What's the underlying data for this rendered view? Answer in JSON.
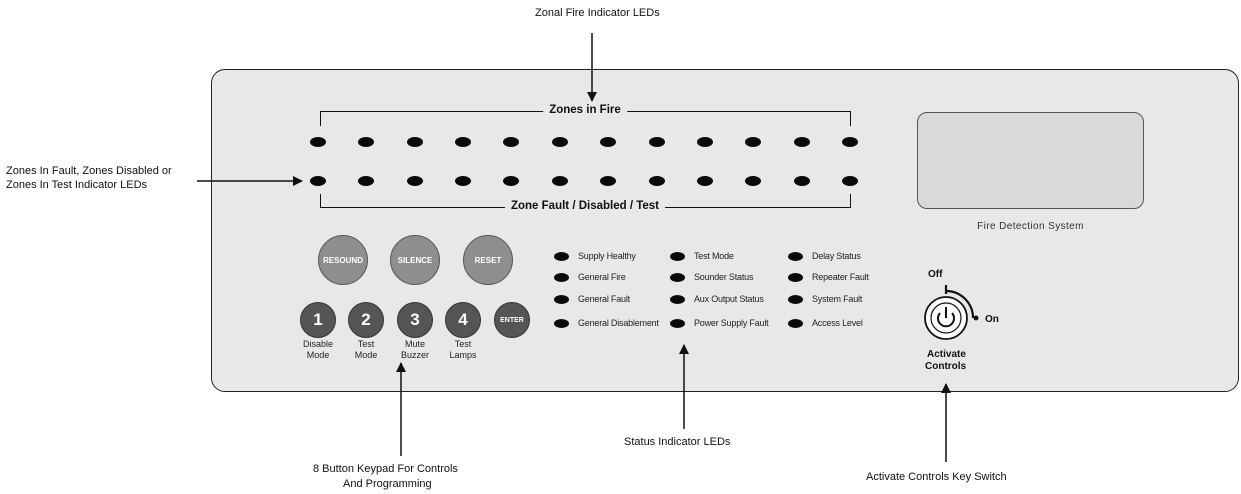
{
  "callouts": {
    "zonal_fire_leds": "Zonal Fire Indicator LEDs",
    "zone_fault_leds": [
      "Zones In Fault, Zones Disabled or",
      "Zones In Test Indicator LEDs"
    ],
    "keypad": [
      "8 Button Keypad For Controls",
      "And Programming"
    ],
    "status_leds": "Status Indicator LEDs",
    "key_switch": "Activate Controls Key Switch"
  },
  "panel": {
    "zones_in_fire_caption": "Zones in Fire",
    "zone_fault_caption": "Zone Fault / Disabled / Test",
    "zone_led_count": 12,
    "system_name": "Fire Detection System"
  },
  "buttons": {
    "top": [
      "RESOUND",
      "SILENCE",
      "RESET"
    ],
    "numbered": [
      {
        "num": "1",
        "line1": "Disable",
        "line2": "Mode"
      },
      {
        "num": "2",
        "line1": "Test",
        "line2": "Mode"
      },
      {
        "num": "3",
        "line1": "Mute",
        "line2": "Buzzer"
      },
      {
        "num": "4",
        "line1": "Test",
        "line2": "Lamps"
      }
    ],
    "enter": "ENTER"
  },
  "status_leds": [
    [
      "Supply Healthy",
      "General Fire",
      "General Fault",
      "General Disablement"
    ],
    [
      "Test Mode",
      "Sounder Status",
      "Aux Output Status",
      "Power Supply Fault"
    ],
    [
      "Delay Status",
      "Repeater Fault",
      "System Fault",
      "Access Level"
    ]
  ],
  "key_switch": {
    "off": "Off",
    "on": "On",
    "caption_line1": "Activate",
    "caption_line2": "Controls"
  }
}
